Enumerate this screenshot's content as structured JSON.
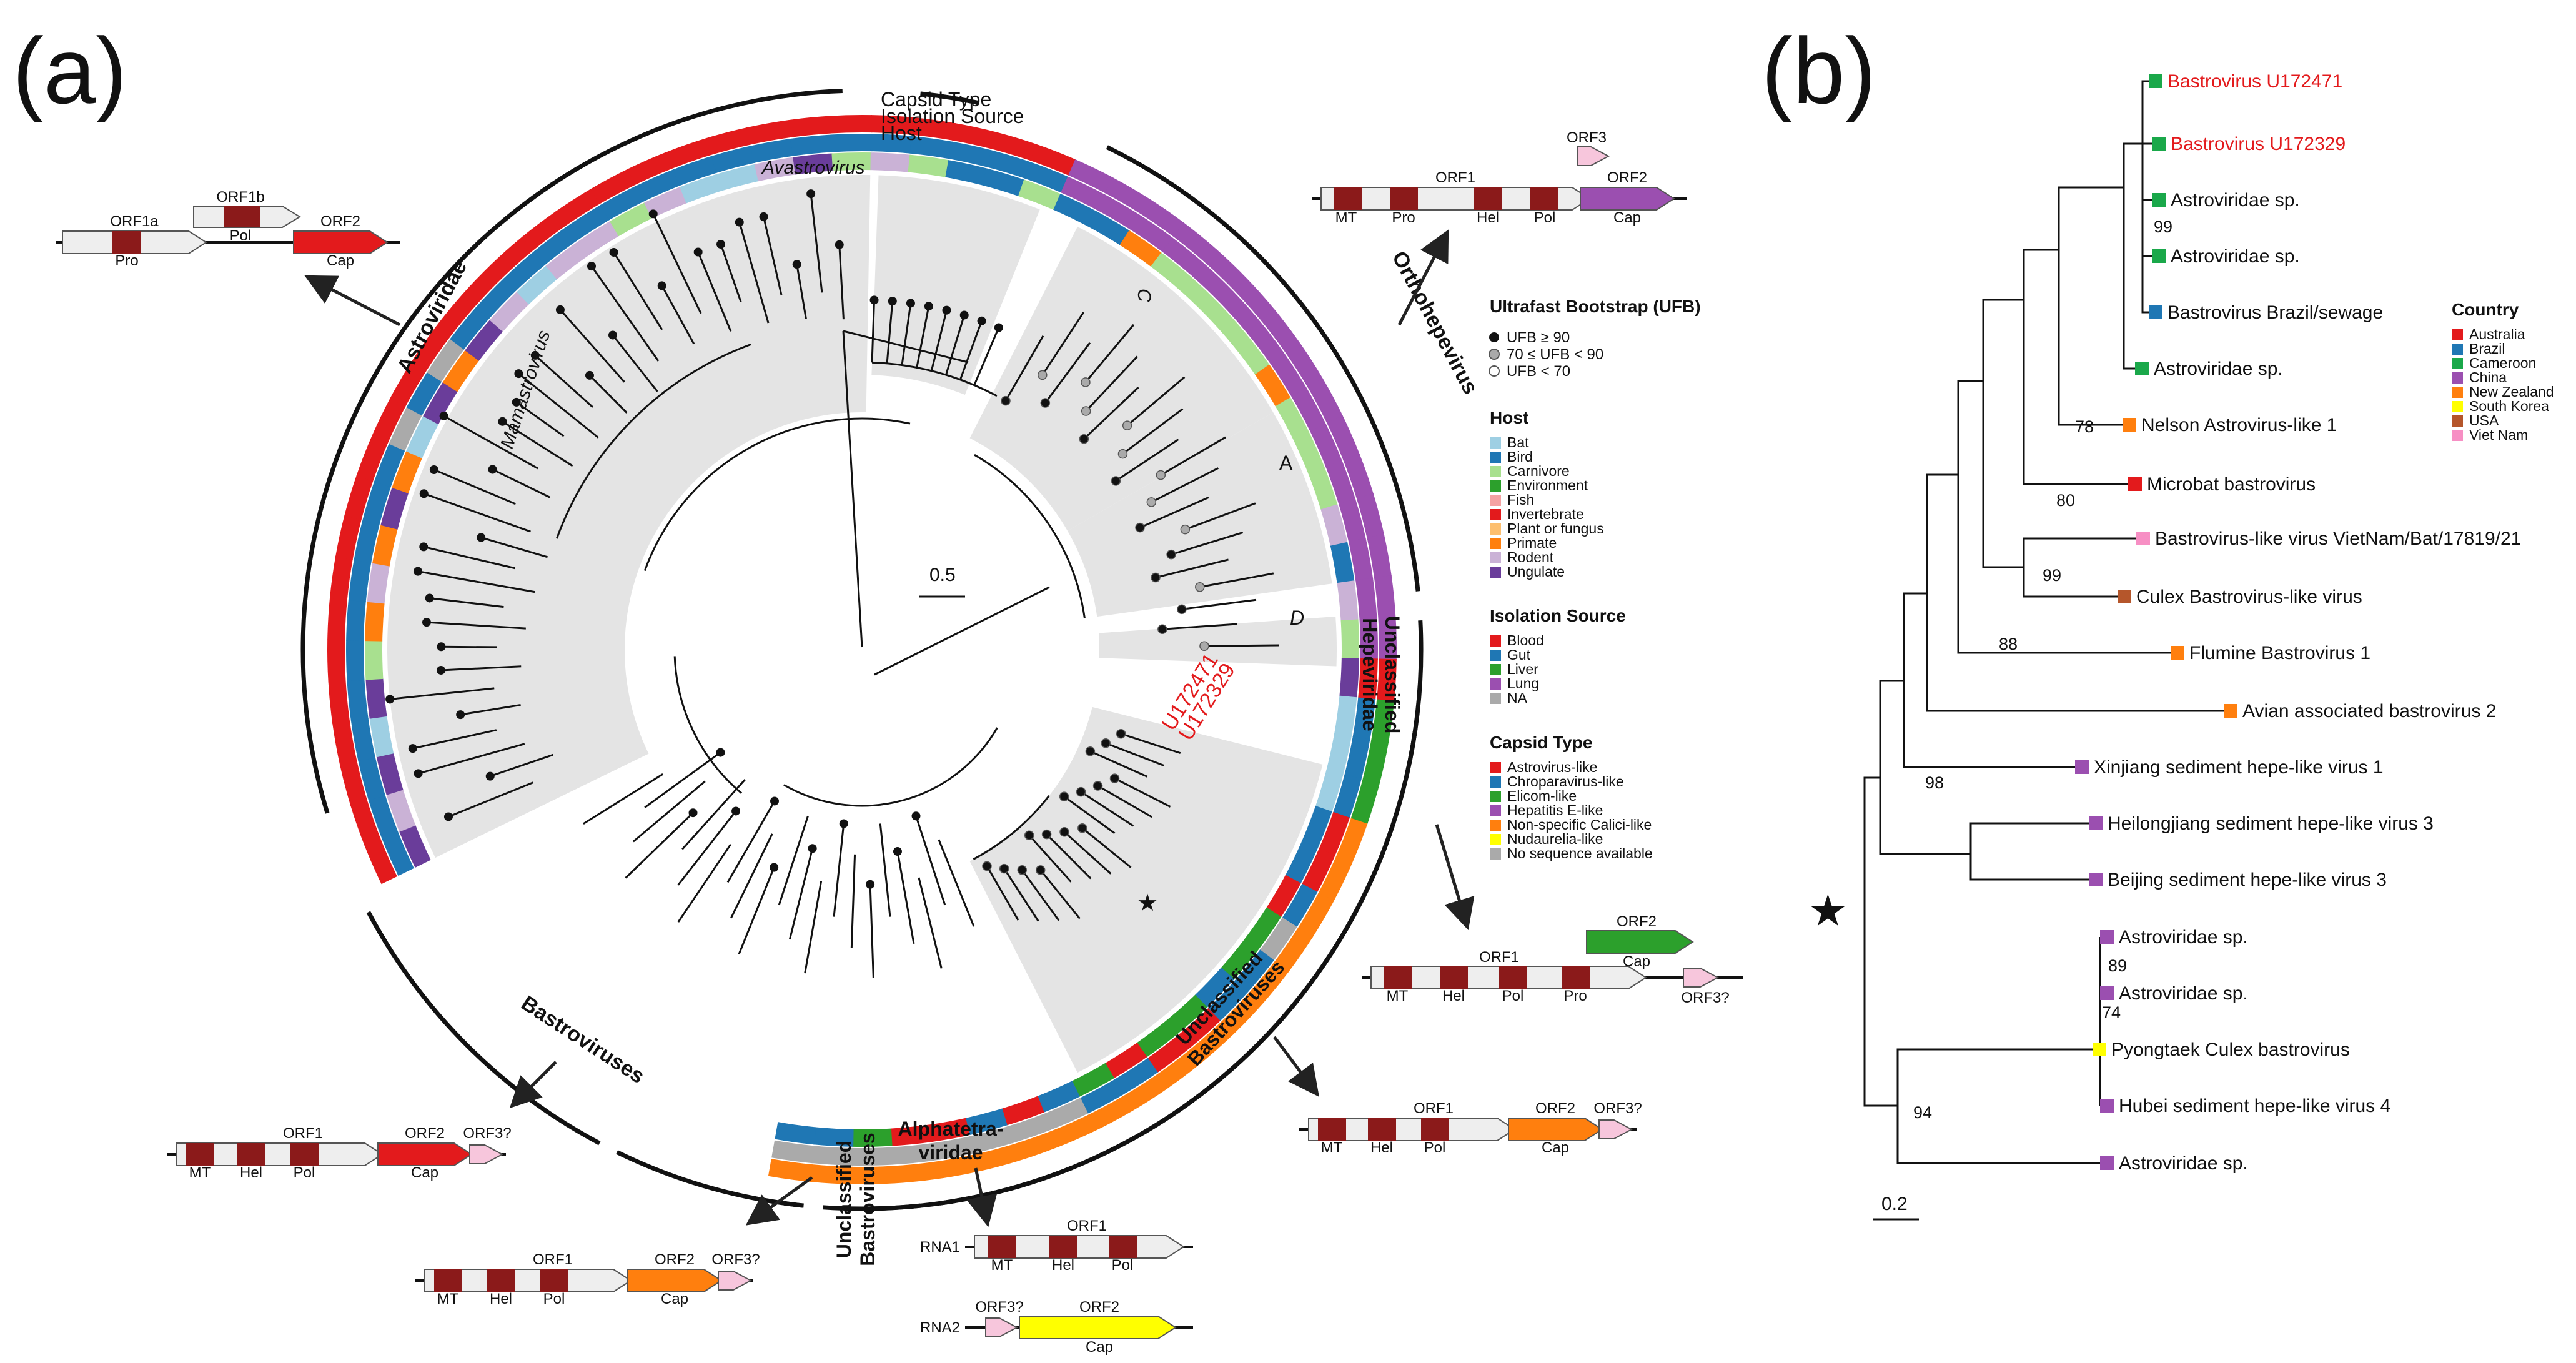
{
  "panel_a_label": "(a)",
  "panel_b_label": "(b)",
  "ring_labels": [
    "Capsid Type",
    "Isolation Source",
    "Host"
  ],
  "clades": {
    "avastrovirus": "Avastrovirus",
    "mamastrovirus": "Mamastrovirus",
    "c": "C",
    "a": "A",
    "d": "D"
  },
  "scale_a": "0.5",
  "scale_b": "0.2",
  "highlight_taxa": [
    "U172471",
    "U172329"
  ],
  "families": {
    "astroviridae": "Astroviridae",
    "orthohepevirus": "Orthohepevirus",
    "unclassified_hepeviridae": [
      "Unclassified",
      "Hepeviridae"
    ],
    "unclassified_bastro_right": [
      "Unclassified",
      "Bastroviruses"
    ],
    "alphatetraviridae": [
      "Alphatetra-",
      "viridae"
    ],
    "unclassified_bastro_bottom": [
      "Unclassified",
      "Bastroviruses"
    ],
    "bastroviruses": "Bastroviruses"
  },
  "legend": {
    "ufb_title": "Ultrafast Bootstrap (UFB)",
    "ufb_items": [
      "UFB ≥ 90",
      "70 ≤ UFB < 90",
      "UFB < 70"
    ],
    "host_title": "Host",
    "host_items": [
      {
        "label": "Bat",
        "color": "#9ecfe3"
      },
      {
        "label": "Bird",
        "color": "#1f77b4"
      },
      {
        "label": "Carnivore",
        "color": "#a8e08f"
      },
      {
        "label": "Environment",
        "color": "#2ca02c"
      },
      {
        "label": "Fish",
        "color": "#f5a3a3"
      },
      {
        "label": "Invertebrate",
        "color": "#e31a1c"
      },
      {
        "label": "Plant or fungus",
        "color": "#fdbf6f"
      },
      {
        "label": "Primate",
        "color": "#ff7f0e"
      },
      {
        "label": "Rodent",
        "color": "#cab2d6"
      },
      {
        "label": "Ungulate",
        "color": "#6a3d9a"
      }
    ],
    "iso_title": "Isolation Source",
    "iso_items": [
      {
        "label": "Blood",
        "color": "#e31a1c"
      },
      {
        "label": "Gut",
        "color": "#1f77b4"
      },
      {
        "label": "Liver",
        "color": "#2ca02c"
      },
      {
        "label": "Lung",
        "color": "#9b4fb0"
      },
      {
        "label": "NA",
        "color": "#aaaaaa"
      }
    ],
    "capsid_title": "Capsid Type",
    "capsid_items": [
      {
        "label": "Astrovirus-like",
        "color": "#e31a1c"
      },
      {
        "label": "Chroparavirus-like",
        "color": "#1f77b4"
      },
      {
        "label": "Elicom-like",
        "color": "#2ca02c"
      },
      {
        "label": "Hepatitis E-like",
        "color": "#9b4fb0"
      },
      {
        "label": "Non-specific Calici-like",
        "color": "#ff7f0e"
      },
      {
        "label": "Nudaurelia-like",
        "color": "#ffff00"
      },
      {
        "label": "No sequence available",
        "color": "#aaaaaa"
      }
    ]
  },
  "genomes": {
    "astro": {
      "orf1a": "ORF1a",
      "orf1b": "ORF1b",
      "orf2": "ORF2",
      "pro": "Pro",
      "pol": "Pol",
      "cap": "Cap"
    },
    "ortho": {
      "orf1": "ORF1",
      "orf2": "ORF2",
      "orf3": "ORF3",
      "mt": "MT",
      "pro": "Pro",
      "hel": "Hel",
      "pol": "Pol",
      "cap": "Cap"
    },
    "unclhepe": {
      "orf1": "ORF1",
      "orf2": "ORF2",
      "orf3": "ORF3?",
      "mt": "MT",
      "hel": "Hel",
      "pol": "Pol",
      "pro": "Pro",
      "cap": "Cap"
    },
    "unclbastro_r": {
      "orf1": "ORF1",
      "orf2": "ORF2",
      "orf3": "ORF3?",
      "mt": "MT",
      "hel": "Hel",
      "pol": "Pol",
      "cap": "Cap"
    },
    "bastro": {
      "orf1": "ORF1",
      "orf2": "ORF2",
      "orf3": "ORF3?",
      "mt": "MT",
      "hel": "Hel",
      "pol": "Pol",
      "cap": "Cap"
    },
    "unclbastro_b": {
      "orf1": "ORF1",
      "orf2": "ORF2",
      "orf3": "ORF3?",
      "mt": "MT",
      "hel": "Hel",
      "pol": "Pol",
      "cap": "Cap"
    },
    "alpha": {
      "rna1": "RNA1",
      "rna2": "RNA2",
      "orf1": "ORF1",
      "orf2": "ORF2",
      "orf3": "ORF3?",
      "mt": "MT",
      "hel": "Hel",
      "pol": "Pol",
      "cap": "Cap"
    }
  },
  "tree_b": {
    "country_title": "Country",
    "countries": [
      {
        "label": "Australia",
        "color": "#e31a1c"
      },
      {
        "label": "Brazil",
        "color": "#1f77b4"
      },
      {
        "label": "Cameroon",
        "color": "#1aa84a"
      },
      {
        "label": "China",
        "color": "#9b4fb0"
      },
      {
        "label": "New Zealand",
        "color": "#ff7f0e"
      },
      {
        "label": "South Korea",
        "color": "#ffff00"
      },
      {
        "label": "USA",
        "color": "#b5562b"
      },
      {
        "label": "Viet Nam",
        "color": "#f78fc4"
      }
    ],
    "tips": [
      {
        "label": "Bastrovirus U172471",
        "country": "Cameroon",
        "highlight": true
      },
      {
        "label": "Bastrovirus U172329",
        "country": "Cameroon",
        "highlight": true
      },
      {
        "label": "Astroviridae sp.",
        "country": "Cameroon"
      },
      {
        "label": "Astroviridae sp.",
        "country": "Cameroon"
      },
      {
        "label": "Bastrovirus Brazil/sewage",
        "country": "Brazil"
      },
      {
        "label": "Astroviridae sp.",
        "country": "Cameroon"
      },
      {
        "label": "Nelson Astrovirus-like 1",
        "country": "New Zealand"
      },
      {
        "label": "Microbat bastrovirus",
        "country": "Australia"
      },
      {
        "label": "Bastrovirus-like virus VietNam/Bat/17819/21",
        "country": "Viet Nam"
      },
      {
        "label": "Culex Bastrovirus-like virus",
        "country": "USA"
      },
      {
        "label": "Flumine Bastrovirus 1",
        "country": "New Zealand"
      },
      {
        "label": "Avian associated bastrovirus 2",
        "country": "New Zealand"
      },
      {
        "label": "Xinjiang sediment hepe-like virus 1",
        "country": "China"
      },
      {
        "label": "Heilongjiang sediment hepe-like virus 3",
        "country": "China"
      },
      {
        "label": "Beijing sediment hepe-like virus 3",
        "country": "China"
      },
      {
        "label": "Astroviridae sp.",
        "country": "China"
      },
      {
        "label": "Astroviridae sp.",
        "country": "China"
      },
      {
        "label": "Pyongtaek Culex bastrovirus",
        "country": "South Korea"
      },
      {
        "label": "Hubei sediment hepe-like virus 4",
        "country": "China"
      },
      {
        "label": "Astroviridae sp.",
        "country": "China"
      }
    ],
    "supports": [
      "99",
      "78",
      "80",
      "99",
      "88",
      "98",
      "89",
      "74",
      "94"
    ]
  }
}
